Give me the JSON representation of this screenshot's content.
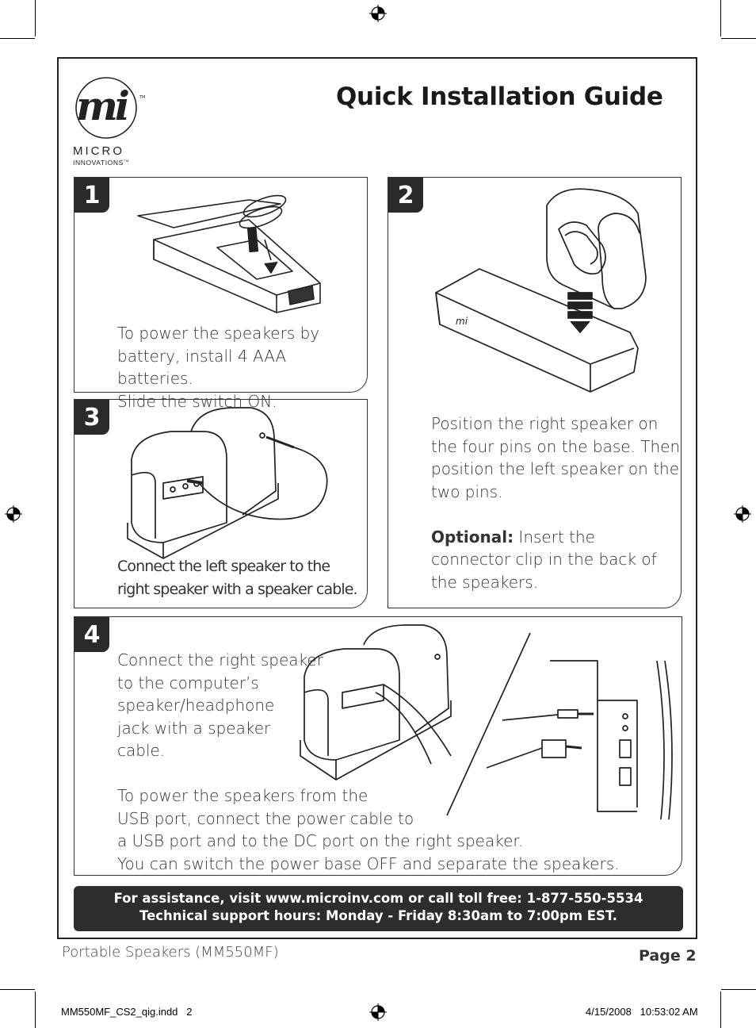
{
  "title": "Quick Installation Guide",
  "logo": {
    "mark": "mi",
    "tm": "TM",
    "line1": "MICRO",
    "line2": "INNOVATIONS",
    "line2_tm": "TM"
  },
  "steps": [
    {
      "number": "1",
      "lines": [
        "To power the speakers by",
        "battery, install 4 AAA batteries.",
        "Slide the switch ON."
      ]
    },
    {
      "number": "2",
      "lines": [
        "Position the right speaker on",
        "the four pins on the base. Then",
        "position the left speaker on the",
        "two pins."
      ],
      "optional_label": "Optional:",
      "optional_first": "Insert the",
      "optional_lines": [
        "connector clip in the back of",
        "the speakers."
      ]
    },
    {
      "number": "3",
      "lines": [
        "Connect the left speaker to the",
        "right speaker with a speaker cable."
      ]
    },
    {
      "number": "4",
      "lines": [
        "Connect the right speaker",
        "to the computer’s",
        "speaker/headphone",
        "jack with a speaker",
        "cable."
      ],
      "lines2": [
        "To power the speakers from the",
        "USB port, connect the power cable to",
        "a USB port and to the DC port on the right speaker.",
        "You can switch the power base OFF and separate the speakers."
      ]
    }
  ],
  "assistance": {
    "line1": "For assistance, visit www.microinv.com or call toll free: 1-877-550-5534",
    "line2": "Technical support hours: Monday - Friday 8:30am to 7:00pm EST."
  },
  "footer": {
    "product": "Portable Speakers (MM550MF)",
    "page": "Page 2"
  },
  "slug": {
    "file": "MM550MF_CS2_qig.indd   2",
    "timestamp": "4/15/2008   10:53:02 AM"
  }
}
